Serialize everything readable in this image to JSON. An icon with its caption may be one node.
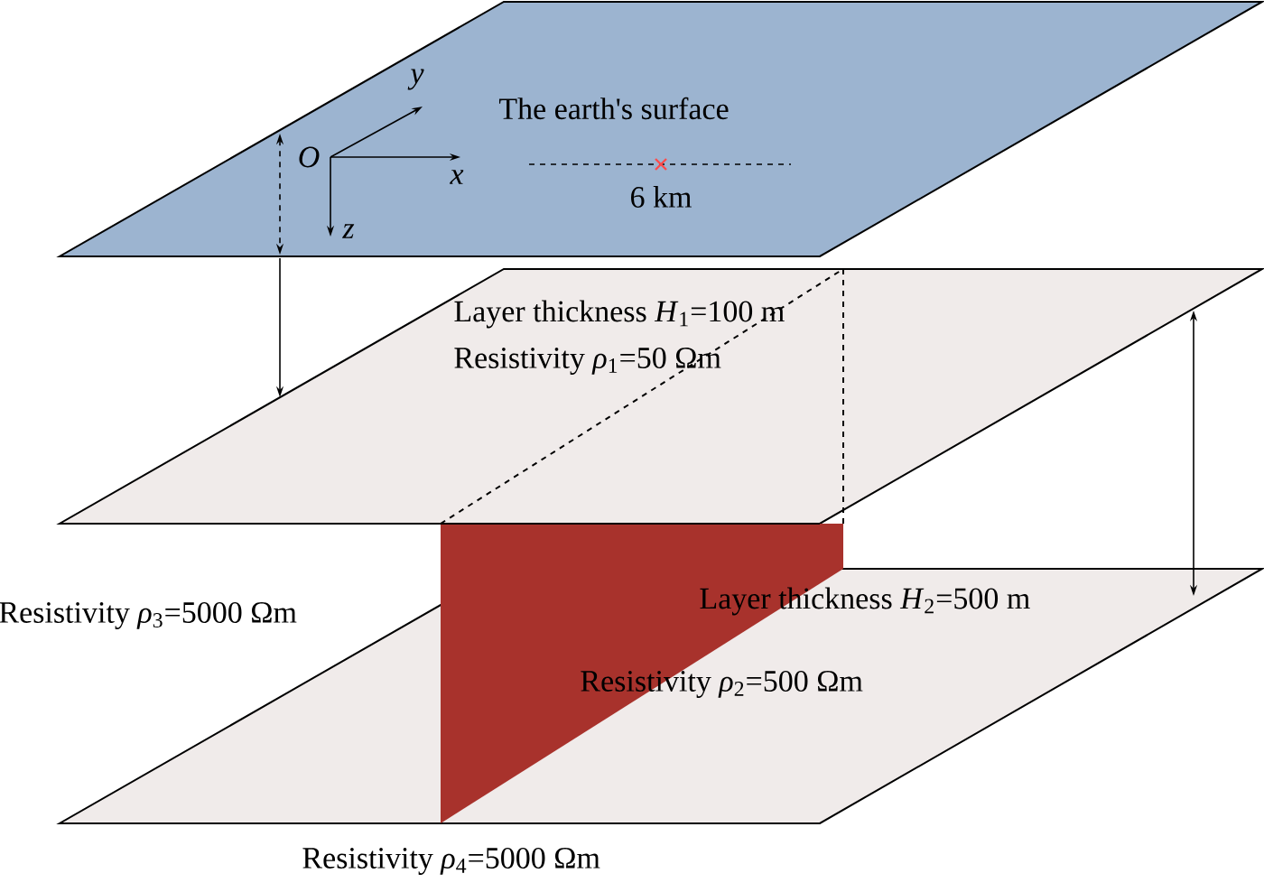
{
  "diagram": {
    "labels": [
      "*y*",
      "The earth's surface",
      "*O*",
      "*x*",
      "6 km",
      "*z*",
      "Layer thickness *H*$_{1}$=100 m",
      "Resistivity *ρ*$_{1}$=50 Ωm",
      "Resistivity *ρ*$_{3}$=5000 Ωm",
      "Layer thickness *H*$_{2}$=500 m",
      "Resistivity *ρ*$_{2}$=500 Ωm",
      "Resistivity *ρ*$_{4}$=5000 Ωm"
    ]
  }
}
